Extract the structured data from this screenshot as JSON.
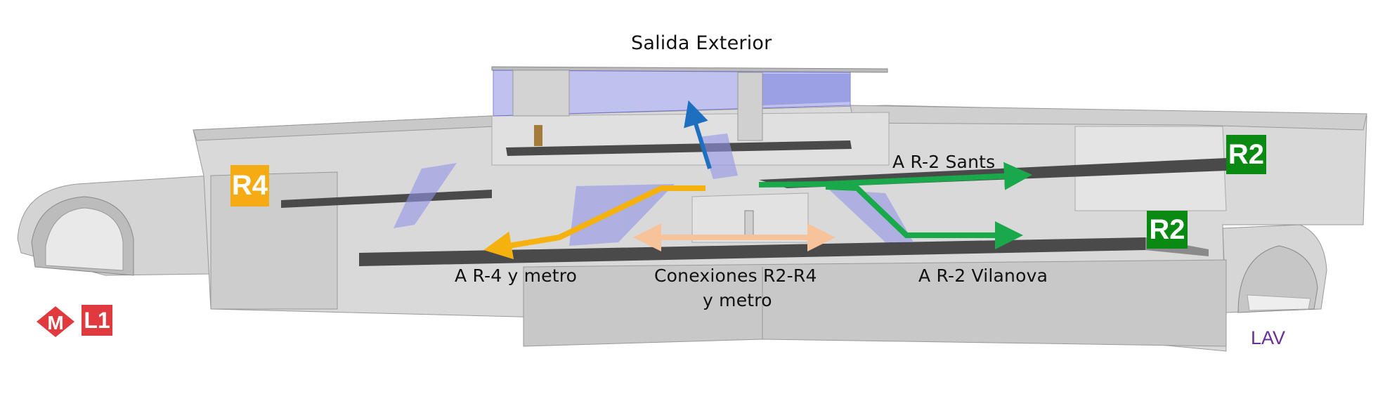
{
  "title": "Salida Exterior",
  "labels": {
    "to_r2_sants": "A R-2 Sants",
    "to_r4_metro": "A R-4 y metro",
    "connections_line1": "Conexiones R2-R4",
    "connections_line2": "y metro",
    "to_r2_vilanova": "A R-2 Vilanova"
  },
  "badges": {
    "r4": "R4",
    "r2_upper": "R2",
    "r2_lower": "R2",
    "metro": "M",
    "l1": "L1",
    "lav": "LAV"
  },
  "colors": {
    "r4": "#f5ab14",
    "r2": "#0a8a12",
    "metro": "#e03a3e",
    "lav": "#6a2e96",
    "arrow_exit": "#1f6fc0",
    "arrow_r4": "#f5b10e",
    "arrow_r2": "#19a84a",
    "arrow_connection": "#f7c39a"
  }
}
